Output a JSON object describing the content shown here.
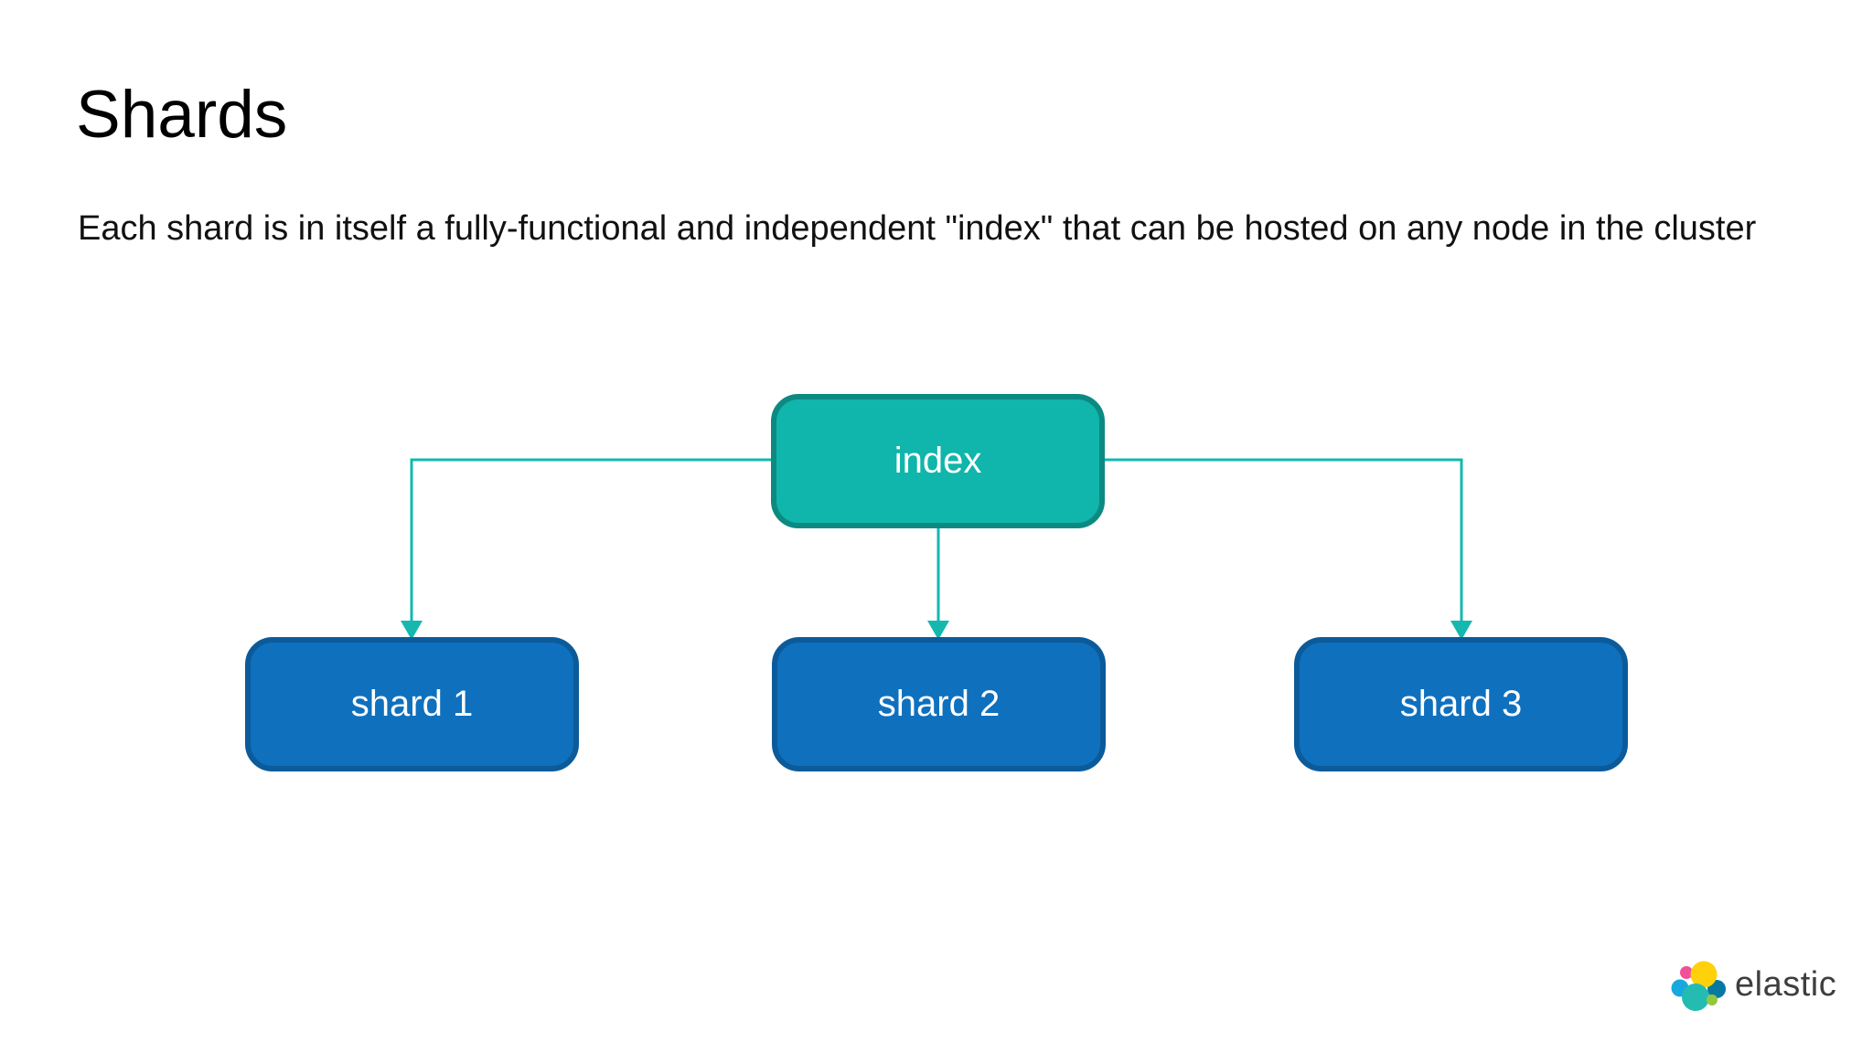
{
  "slide": {
    "title": "Shards",
    "subtitle": "Each shard is in itself a fully-functional and independent \"index\" that can be hosted on any node in the cluster"
  },
  "diagram": {
    "index_node": {
      "label": "index"
    },
    "shard_nodes": [
      {
        "label": "shard 1"
      },
      {
        "label": "shard 2"
      },
      {
        "label": "shard 3"
      }
    ]
  },
  "logo": {
    "text": "elastic",
    "circle_colors": [
      "#EF5098",
      "#17A8E0",
      "#0779A1",
      "#FED10A",
      "#24BBB1",
      "#93C83E"
    ]
  },
  "colors": {
    "background": "#FFFFFF",
    "title_text": "#000000",
    "body_text": "#111111",
    "index_fill": "#10B5AB",
    "index_border": "#0C8A82",
    "shard_fill": "#0F70BE",
    "shard_border": "#0B5B9B",
    "connector": "#14B8AE",
    "node_text": "#FFFFFF",
    "logo_text": "#3E3E40"
  }
}
